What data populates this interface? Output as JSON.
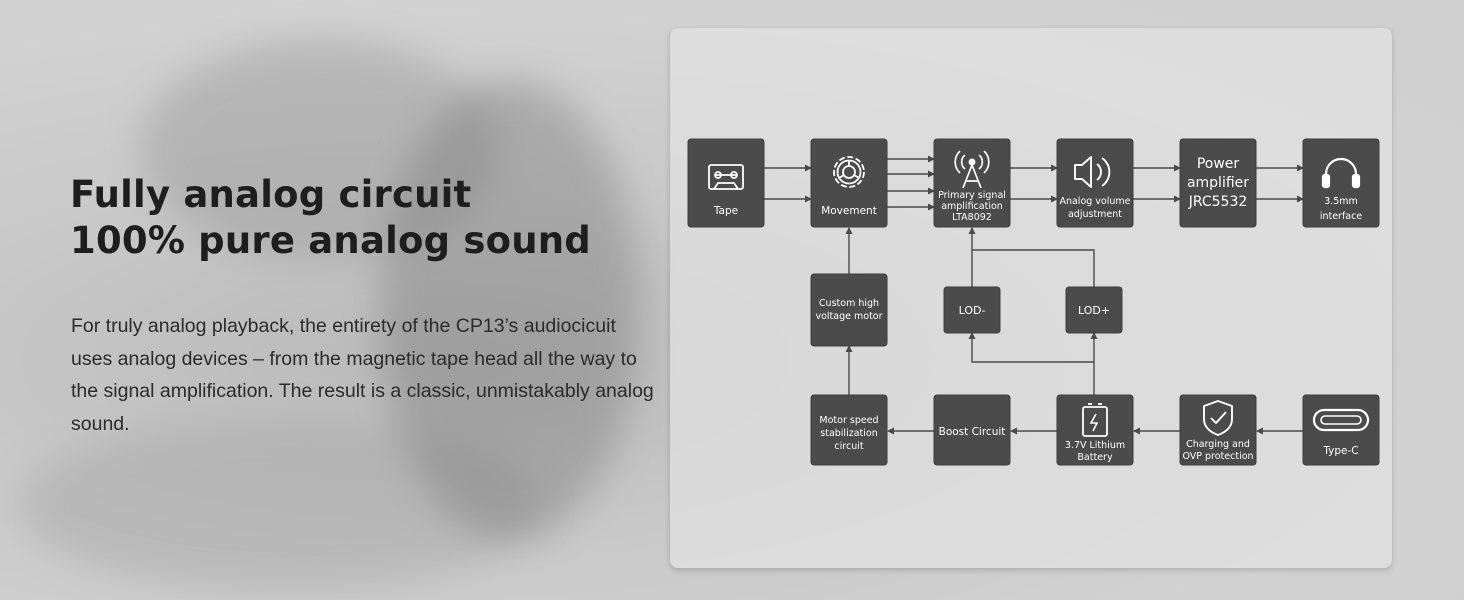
{
  "headline": {
    "line1": "Fully analog circuit",
    "line2": "100% pure analog sound"
  },
  "description": "For truly analog playback, the entirety of the CP13’s audiocicuit uses analog devices – from the magnetic tape head all the way to the signal amplification.  The result is a classic, unmistakably analog sound.",
  "diagram": {
    "tape": {
      "label": "Tape",
      "icon": "cassette-icon"
    },
    "movement": {
      "label": "Movement",
      "icon": "gear-icon"
    },
    "primary": {
      "line1": "Primary signal",
      "line2": "amplification",
      "line3": "LTA8092",
      "icon": "antenna-icon"
    },
    "volume": {
      "line1": "Analog volume",
      "line2": "adjustment",
      "icon": "speaker-icon"
    },
    "power_amp": {
      "line1": "Power",
      "line2": "amplifier",
      "line3": "JRC5532"
    },
    "interface": {
      "line1": "3.5mm",
      "line2": "interface",
      "icon": "headphones-icon"
    },
    "motor": {
      "line1": "Custom high",
      "line2": "voltage motor"
    },
    "lod_minus": {
      "label": "LOD-"
    },
    "lod_plus": {
      "label": "LOD+"
    },
    "stabilization": {
      "line1": "Motor speed",
      "line2": "stabilization",
      "line3": "circuit"
    },
    "boost": {
      "label": "Boost Circuit"
    },
    "battery": {
      "line1": "3.7V Lithium",
      "line2": "Battery",
      "icon": "battery-icon"
    },
    "charging": {
      "line1": "Charging and",
      "line2": "OVP protection",
      "icon": "shield-check-icon"
    },
    "typec": {
      "label": "Type-C",
      "icon": "usb-c-icon"
    },
    "colors": {
      "box": "#4b4b4b",
      "line": "#4a4a4a",
      "text": "#ffffff"
    }
  }
}
